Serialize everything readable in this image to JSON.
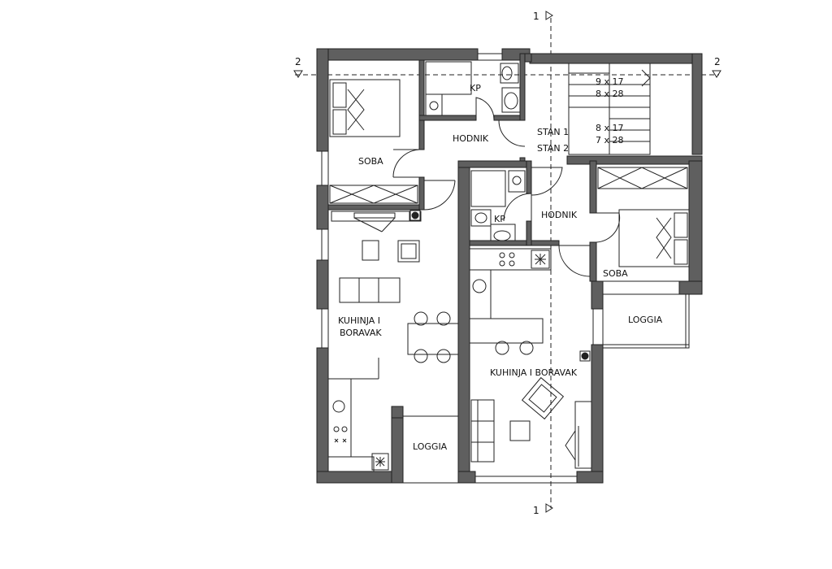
{
  "colors": {
    "wall": "#5f5f5f",
    "line": "#222222",
    "background": "#ffffff"
  },
  "section_marks": {
    "vertical": "1",
    "horizontal": "2"
  },
  "labels": {
    "apt1_bedroom": "SOBA",
    "apt1_bathroom": "KP",
    "apt1_hall": "HODNIK",
    "apt1_living_line1": "KUHINJA I",
    "apt1_living_line2": "BORAVAK",
    "apt1_loggia": "LOGGIA",
    "stan1": "STAN 1",
    "stan2": "STAN 2",
    "stair_upper_1": "9 x 17",
    "stair_upper_2": "8 x 28",
    "stair_lower_1": "8 x 17",
    "stair_lower_2": "7 x 28",
    "apt2_bathroom": "KP",
    "apt2_hall": "HODNIK",
    "apt2_bedroom": "SOBA",
    "apt2_loggia": "LOGGIA",
    "apt2_living": "KUHINJA I BORAVAK"
  }
}
